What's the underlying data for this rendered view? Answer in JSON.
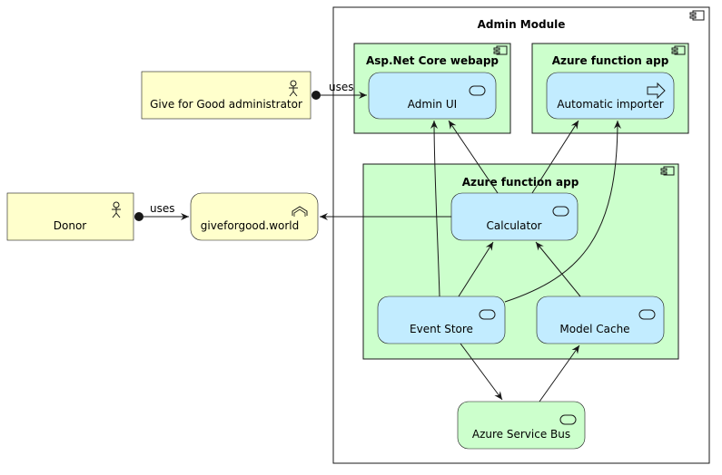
{
  "colors": {
    "container_fill": "#ffffff",
    "group_fill": "#ccffcc",
    "service_fill": "#c2ecff",
    "actor_fill": "#ffffcc",
    "stroke": "#181818"
  },
  "admin_module": {
    "title": "Admin Module",
    "icon": "component-icon"
  },
  "groups": {
    "webapp": {
      "title": "Asp.Net Core webapp",
      "icon": "component-icon"
    },
    "importer_app": {
      "title": "Azure function app",
      "icon": "component-icon"
    },
    "function_app": {
      "title": "Azure function app",
      "icon": "component-icon"
    }
  },
  "nodes": {
    "admin_ui": {
      "label": "Admin UI",
      "icon": "service-icon"
    },
    "importer": {
      "label": "Automatic importer",
      "icon": "process-icon"
    },
    "calculator": {
      "label": "Calculator",
      "icon": "service-icon"
    },
    "event_store": {
      "label": "Event Store",
      "icon": "service-icon"
    },
    "model_cache": {
      "label": "Model Cache",
      "icon": "service-icon"
    },
    "service_bus": {
      "label": "Azure Service Bus",
      "icon": "service-icon"
    },
    "website": {
      "label": "giveforgood.world",
      "icon": "interface-icon"
    },
    "administrator": {
      "label": "Give for Good administrator",
      "icon": "actor-icon"
    },
    "donor": {
      "label": "Donor",
      "icon": "actor-icon"
    }
  },
  "edges": {
    "admin_uses": "uses",
    "donor_uses": "uses"
  }
}
